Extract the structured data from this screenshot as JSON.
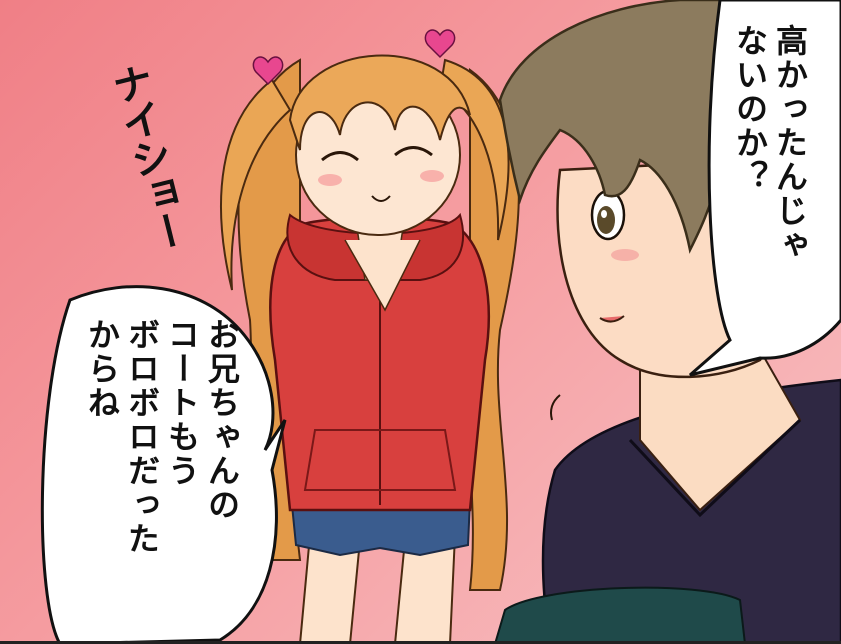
{
  "panel": {
    "sfx": "ナイショー",
    "bubble_left_lines": [
      "お兄ちゃんの",
      "コートもう",
      "ボロボロだった",
      "からね"
    ],
    "bubble_right_lines": [
      "高かったんじゃ",
      "ないのか？"
    ]
  },
  "colors": {
    "background": "#f07f86",
    "girl_hoodie": "#d83a3a",
    "girl_hair": "#e6a255",
    "boy_hair": "#8f7f62",
    "boy_shirt": "#2e2740"
  }
}
